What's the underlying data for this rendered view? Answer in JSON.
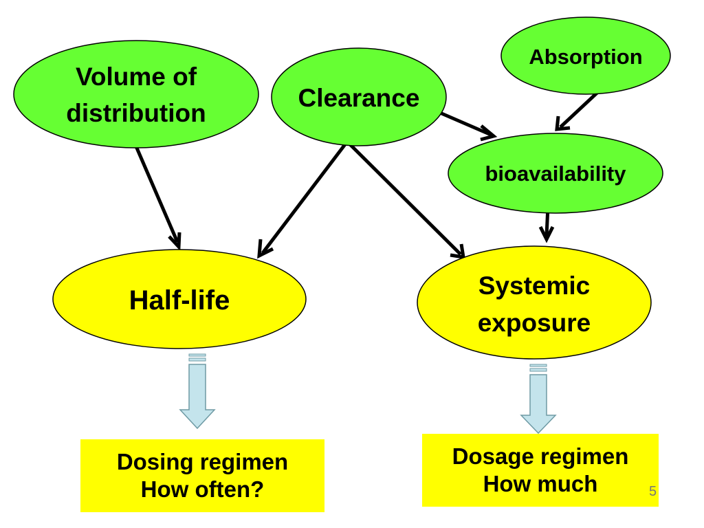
{
  "colors": {
    "green_node": "#66ff33",
    "yellow_node": "#ffff00",
    "outline": "#000000",
    "flow_arrow": "#c4e4ec",
    "flow_arrow_stroke": "#6e9aa4",
    "box": "#ffff00"
  },
  "nodes": {
    "volume_of_distribution": {
      "line1": "Volume of",
      "line2": "distribution"
    },
    "clearance": {
      "label": "Clearance"
    },
    "absorption": {
      "label": "Absorption"
    },
    "bioavailability": {
      "label": "bioavailability"
    },
    "half_life": {
      "label": "Half-life"
    },
    "systemic_exposure": {
      "line1": "Systemic",
      "line2": "exposure"
    }
  },
  "outcomes": {
    "dosing_regimen": {
      "line1": "Dosing regimen",
      "line2": "How often?"
    },
    "dosage_regimen": {
      "line1": "Dosage regimen",
      "line2": "How much"
    }
  },
  "page_number": "5"
}
